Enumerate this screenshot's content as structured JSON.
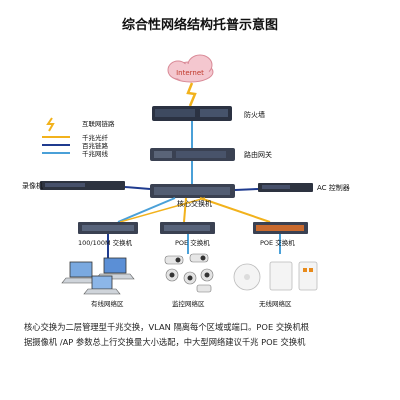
{
  "title": "综合性网络结构托普示意图",
  "cloud": {
    "label": "Internet"
  },
  "legend": [
    {
      "label": "互联网链路",
      "color": "#f2b21c",
      "icon": "lightning-icon"
    },
    {
      "label": "千兆光纤",
      "color": "#f2b21c",
      "icon": "line"
    },
    {
      "label": "百兆链路",
      "color": "#1f3b8f",
      "icon": "line"
    },
    {
      "label": "千兆网线",
      "color": "#4aa0d8",
      "icon": "line"
    }
  ],
  "devices": {
    "firewall": "防火墙",
    "router": "路由网关",
    "core_switch": "核心交换机",
    "recorder": "录像机",
    "ac_controller": "AC 控制器",
    "access_switch_1": "100/100M 交换机",
    "access_switch_2": "POE 交换机",
    "access_switch_3": "POE 交换机"
  },
  "zones": {
    "wired": "有线网络区",
    "monitor": "监控网络区",
    "wireless": "无线网络区"
  },
  "caption": [
    "核心交换为二层管理型千兆交换，VLAN 隔离每个区域或端口。POE 交换机根",
    "据摄像机 /AP 参数总上行交换量大小选配，中大型网络建议千兆 POE 交换机"
  ]
}
